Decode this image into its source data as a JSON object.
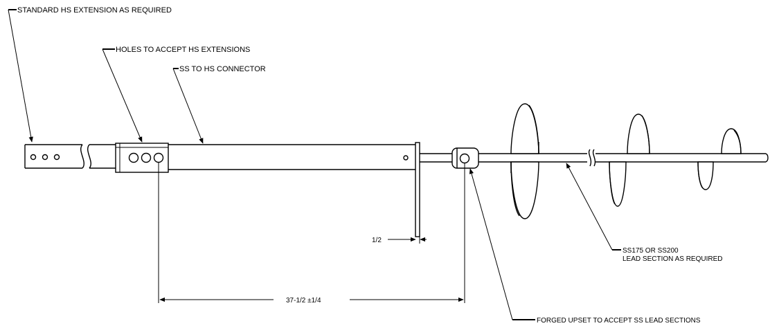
{
  "callouts": {
    "standard_hs_extension": "STANDARD HS EXTENSION AS REQUIRED",
    "holes_hs_extensions": "HOLES TO ACCEPT HS EXTENSIONS",
    "ss_to_hs_connector": "SS TO HS CONNECTOR",
    "lead_section_line1": "SS175 OR SS200",
    "lead_section_line2": "LEAD SECTION AS REQUIRED",
    "forged_upset": "FORGED UPSET TO ACCEPT SS LEAD SECTIONS"
  },
  "dimensions": {
    "plate_thickness": "1/2",
    "overall_length": "37-1/2 ±1/4"
  }
}
